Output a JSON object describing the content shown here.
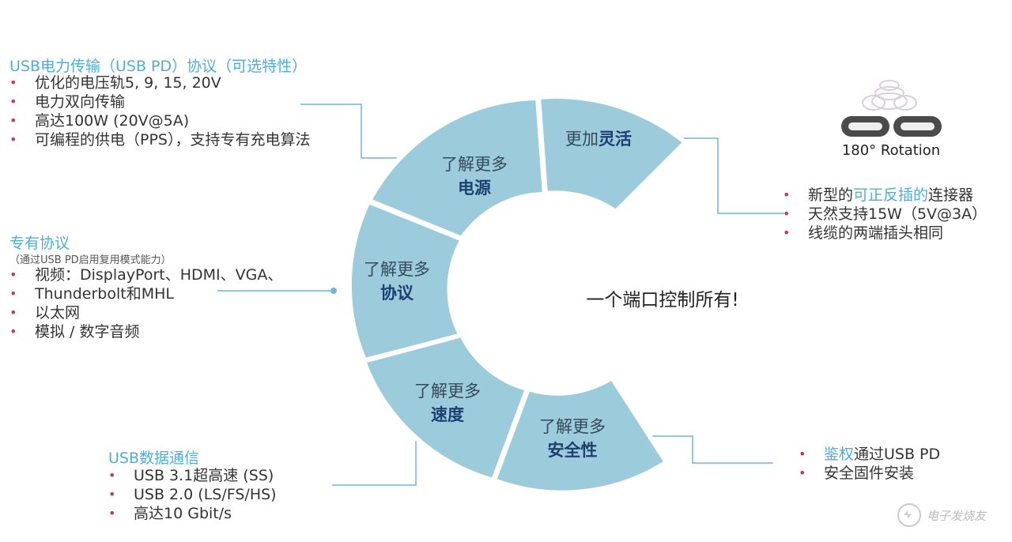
{
  "power": {
    "title": "USB电力传输（USB PD）协议（可选特性）",
    "items": [
      "优化的电压轨5, 9, 15, 20V",
      "电力双向传输",
      "高达100W (20V@5A)",
      "可编程的供电（PPS），支持专有充电算法"
    ]
  },
  "protocol": {
    "title": "专有协议",
    "note": "（通过USB PD启用复用模式能力）",
    "items": [
      "视频：DisplayPort、HDMI、VGA、",
      "Thunderbolt和MHL",
      "以太网",
      "模拟 / 数字音频"
    ]
  },
  "data": {
    "title": "USB数据通信",
    "items": [
      "USB 3.1超高速 (SS)",
      "USB 2.0 (LS/FS/HS)",
      "高达10 Gbit/s"
    ]
  },
  "flex": {
    "items": [
      {
        "pre": "新型的",
        "hl": "可正反插的",
        "post": "连接器"
      },
      {
        "pre": "天然支持15W（5V@3A）",
        "hl": "",
        "post": ""
      },
      {
        "pre": "线缆的两端插头相同",
        "hl": "",
        "post": ""
      }
    ]
  },
  "security": {
    "items": [
      {
        "pre": "",
        "hl": "鉴权",
        "post": "通过USB PD"
      },
      {
        "pre": "安全固件安装",
        "hl": "",
        "post": ""
      }
    ]
  },
  "ring": {
    "learn_more": "了解更多",
    "segments": {
      "power": "电源",
      "flex_pre": "更加",
      "flex_bold": "灵活",
      "protocol": "协议",
      "speed": "速度",
      "security": "安全性"
    },
    "center": "一个端口控制所有!",
    "fill": "#9ccbdb",
    "accent": "#d24a8c"
  },
  "rotation": {
    "label": "180° Rotation"
  },
  "watermark": "电子发烧友"
}
